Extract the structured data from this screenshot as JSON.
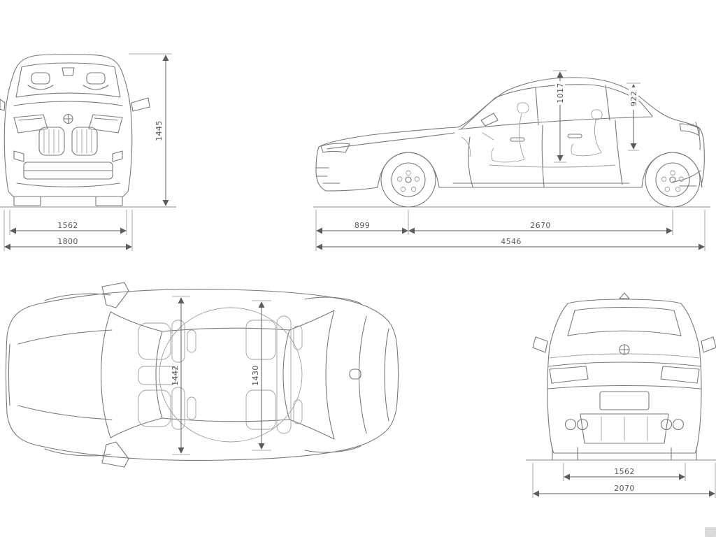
{
  "colors": {
    "background": "#ffffff",
    "car_line": "#75797d",
    "detail_line": "#9ba0a4",
    "dimension_line": "#595d61",
    "label_text": "#53575b"
  },
  "views": {
    "front": {
      "height_mm": "1445",
      "track_mm": "1562",
      "width_mm": "1800"
    },
    "side": {
      "headroom_front_mm": "1017",
      "headroom_rear_mm": "922",
      "front_overhang_mm": "899",
      "wheelbase_mm": "2670",
      "length_mm": "4546"
    },
    "top": {
      "interior_width_front_mm": "1442",
      "interior_width_rear_mm": "1430"
    },
    "rear": {
      "track_mm": "1562",
      "width_incl_mirrors_mm": "2070"
    }
  }
}
